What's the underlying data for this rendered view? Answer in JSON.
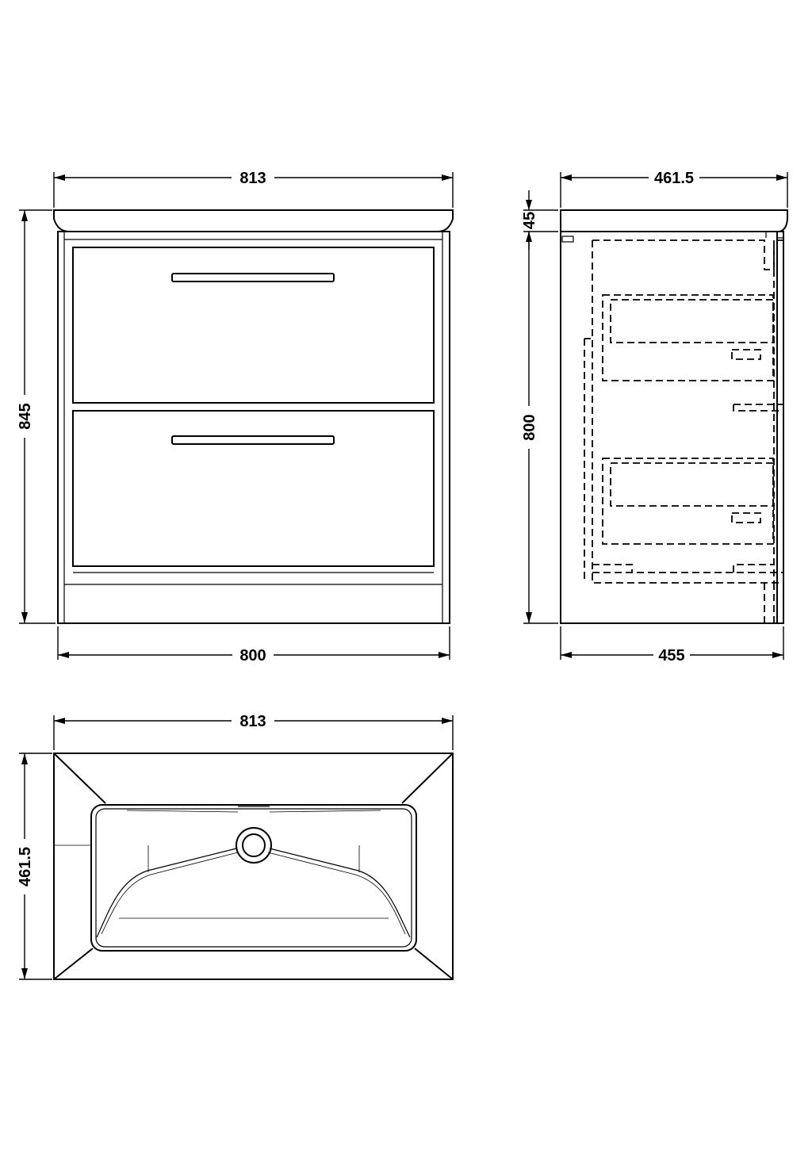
{
  "drawing": {
    "line_color": "#000000",
    "background": "#ffffff"
  },
  "front_view": {
    "top_width_label": "813",
    "overall_height_label": "845",
    "bottom_width_label": "800"
  },
  "side_view": {
    "top_depth_label": "461.5",
    "basin_thickness_label": "45",
    "cabinet_height_label": "800",
    "bottom_depth_label": "455"
  },
  "plan_view": {
    "width_label": "813",
    "depth_label": "461.5"
  }
}
